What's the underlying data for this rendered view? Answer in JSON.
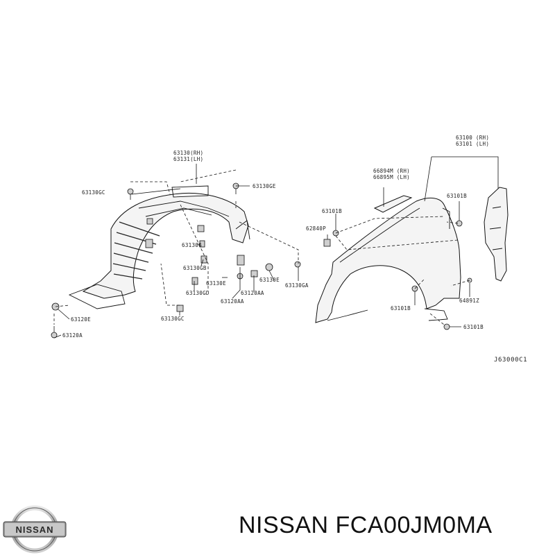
{
  "brand": {
    "logo_text": "NISSAN",
    "part_number_text": "NISSAN FCA00JM0MA"
  },
  "diagram": {
    "reference": "J63000C1",
    "callouts": {
      "c63130_rh": "63130(RH)",
      "c63131_lh": "63131(LH)",
      "c63130gc_top": "63130GC",
      "c63130ge": "63130GE",
      "c63130g": "63130G",
      "c63130gb": "63130GB",
      "c63130gd": "63130GD",
      "c63130e_a": "63130E",
      "c63130e_b": "63130E",
      "c63130ga": "63130GA",
      "c63120aa_a": "63120AA",
      "c63120aa_b": "63120AA",
      "c63130gc_bottom": "63130GC",
      "c63120e": "63120E",
      "c63120a": "63120A",
      "c66894m_rh": "66894M (RH)",
      "c66895m_lh": "66895M (LH)",
      "c63100_rh": "63100 (RH)",
      "c63101_lh": "63101 (LH)",
      "c63101b_a": "63101B",
      "c63101b_b": "63101B",
      "c63101b_c": "63101B",
      "c63101b_d": "63101B",
      "c62840p": "62840P",
      "c64891z": "64891Z"
    }
  }
}
